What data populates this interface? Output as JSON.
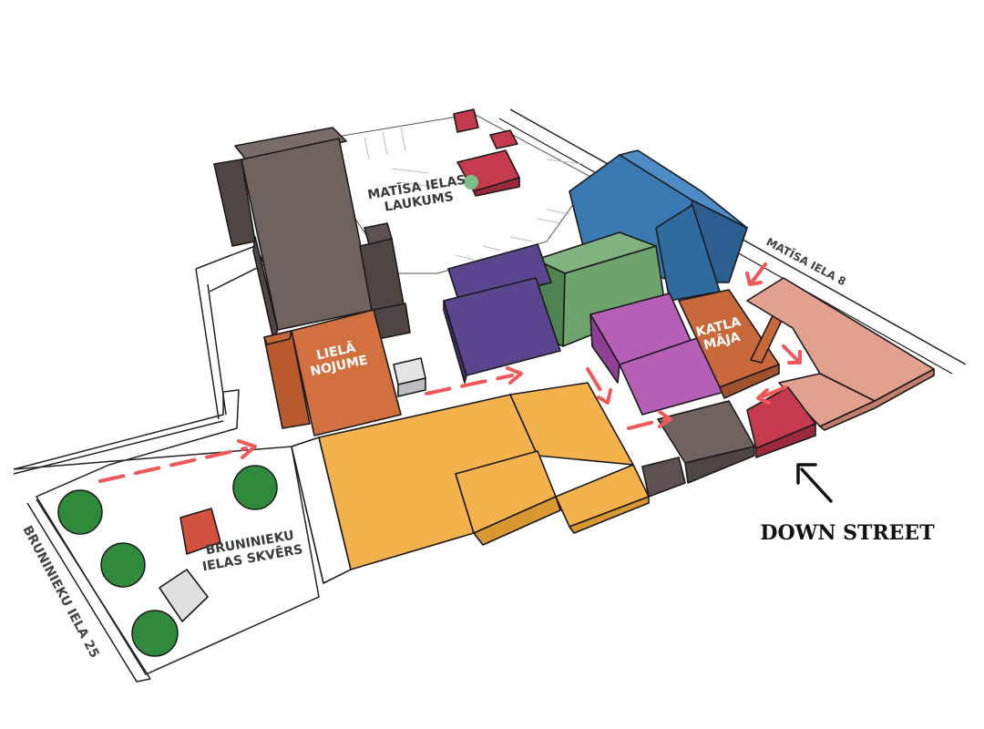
{
  "labels": {
    "matisa_laukums_1": "MATĪSA IELAS",
    "matisa_laukums_2": "LAUKUMS",
    "liela_nojume_1": "LIELĀ",
    "liela_nojume_2": "NOJUME",
    "katla_maja_1": "KATLA",
    "katla_maja_2": "MĀJA",
    "bruninieku_skvers_1": "BRUNINIEKU",
    "bruninieku_skvers_2": "IELAS SKVĒRS"
  },
  "streets": {
    "matisa_iela": "MATĪSA IELA 8",
    "bruninieku_iela": "BRUNINIEKU IELA 25"
  },
  "callout": {
    "text": "DOWN STREET",
    "icon": "arrow-up-left-icon"
  },
  "colors": {
    "brown_roof": "#6f625f",
    "brown_side": "#4f4543",
    "orange_roof": "#d2713f",
    "orange_side": "#b85a2d",
    "yellow_roof": "#f4b24d",
    "yellow_side": "#d99732",
    "blue_roof": "#3a7ab3",
    "blue_side": "#2a5f8f",
    "green_roof": "#6ea36e",
    "green_side": "#4f8452",
    "indigo_roof": "#5a468f",
    "indigo_side": "#3f2f6f",
    "violet_roof": "#b55fb7",
    "violet_side": "#8f3f94",
    "red_roof": "#c63a4e",
    "red_side": "#9c2a3a",
    "salmon_roof": "#e2a08e",
    "salmon_side": "#c27d6b",
    "tree": "#2f8a3c",
    "flow_arrow": "#f0585a"
  }
}
